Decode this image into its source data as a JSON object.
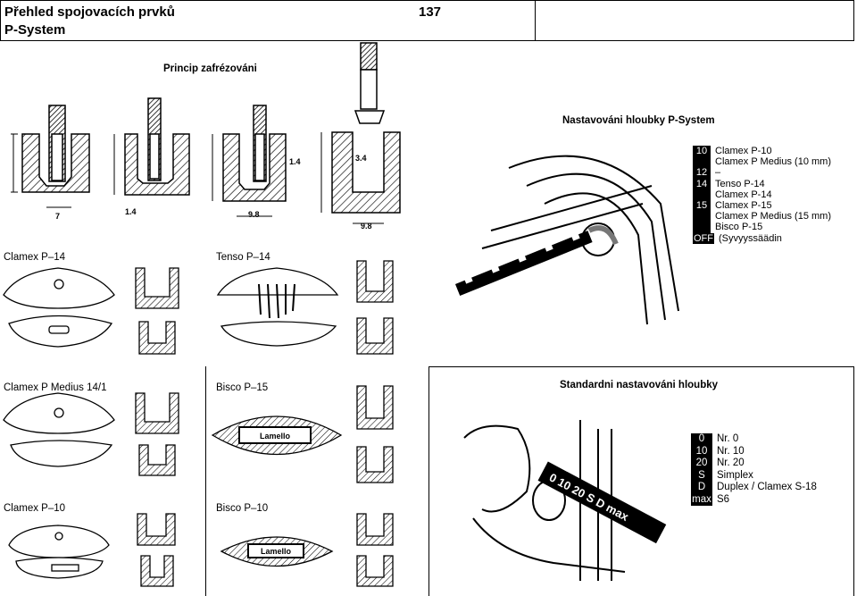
{
  "header": {
    "title_line1": "Přehled spojovacích prvků",
    "title_line2": "P-System",
    "page_number": "137"
  },
  "sections": {
    "principle_title": "Princip zafrézováni",
    "depth_title": "Nastavováni hloubky P-System",
    "standard_title": "Standardni nastavováni hloubky"
  },
  "dimensions": {
    "d1": "7",
    "d2": "1.4",
    "d3": "9.8",
    "d4": "9.8",
    "d5": "1.4",
    "d6": "3.4"
  },
  "products": {
    "clamex_p14": "Clamex P–14",
    "tenso_p14": "Tenso P–14",
    "clamex_medius": "Clamex P Medius 14/1",
    "bisco_p15": "Bisco P–15",
    "clamex_p10": "Clamex P–10",
    "bisco_p10": "Bisco P–10",
    "lamello_logo": "Lamello"
  },
  "depth_legend": [
    {
      "key": "10",
      "lines": [
        "Clamex P-10",
        "Clamex P Medius (10 mm)"
      ]
    },
    {
      "key": "12",
      "lines": [
        "–"
      ]
    },
    {
      "key": "14",
      "lines": [
        "Tenso P-14",
        "Clamex P-14"
      ]
    },
    {
      "key": "15",
      "lines": [
        "Clamex P-15",
        "Clamex P Medius (15 mm)",
        "Bisco P-15"
      ]
    },
    {
      "key": "OFF",
      "lines": [
        "(Syvyyssäädin"
      ]
    }
  ],
  "standard_legend": [
    {
      "key": "0",
      "value": "Nr. 0"
    },
    {
      "key": "10",
      "value": "Nr. 10"
    },
    {
      "key": "20",
      "value": "Nr. 20"
    },
    {
      "key": "S",
      "value": "Simplex"
    },
    {
      "key": "D",
      "value": "Duplex / Clamex S-18"
    },
    {
      "key": "max",
      "value": "S6"
    }
  ],
  "scale_text": "0 10 20 S D max"
}
